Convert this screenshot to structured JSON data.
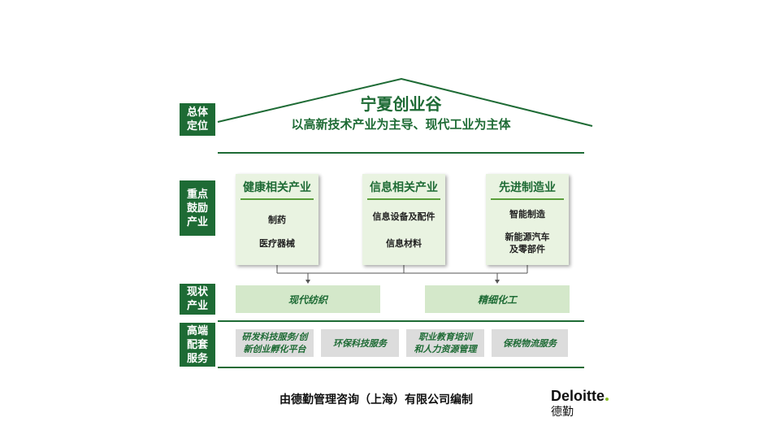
{
  "side_labels": {
    "overall": "总体\n定位",
    "key": "重点\n鼓励\n产业",
    "modern": "现状\n产业",
    "services": "高端\n配套\n服务"
  },
  "roof": {
    "title": "宁夏创业谷",
    "subtitle": "以高新技术产业为主导、现代工业为主体"
  },
  "pillars": [
    {
      "title": "健康相关产业",
      "items": [
        "制药",
        "医疗器械"
      ]
    },
    {
      "title": "信息相关产业",
      "items": [
        "信息设备及配件",
        "信息材料"
      ]
    },
    {
      "title": "先进制造业",
      "items": [
        "智能制造",
        "新能源汽车\n及零部件"
      ]
    }
  ],
  "modern_industries": [
    "现代纺织",
    "精细化工"
  ],
  "services": [
    "研发科技服务/创\n新创业孵化平台",
    "环保科技服务",
    "职业教育培训\n和人力资源管理",
    "保税物流服务"
  ],
  "footer": "由德勤管理咨询（上海）有限公司编制",
  "logo": {
    "name_en": "Deloitte",
    "name_cn": "德勤"
  },
  "colors": {
    "primary": "#1e6b35",
    "pillar_bg": "#e9f3e1",
    "modern_bg": "#d4e8ca",
    "service_bg": "#dcdcdc",
    "accent": "#86bc25"
  }
}
